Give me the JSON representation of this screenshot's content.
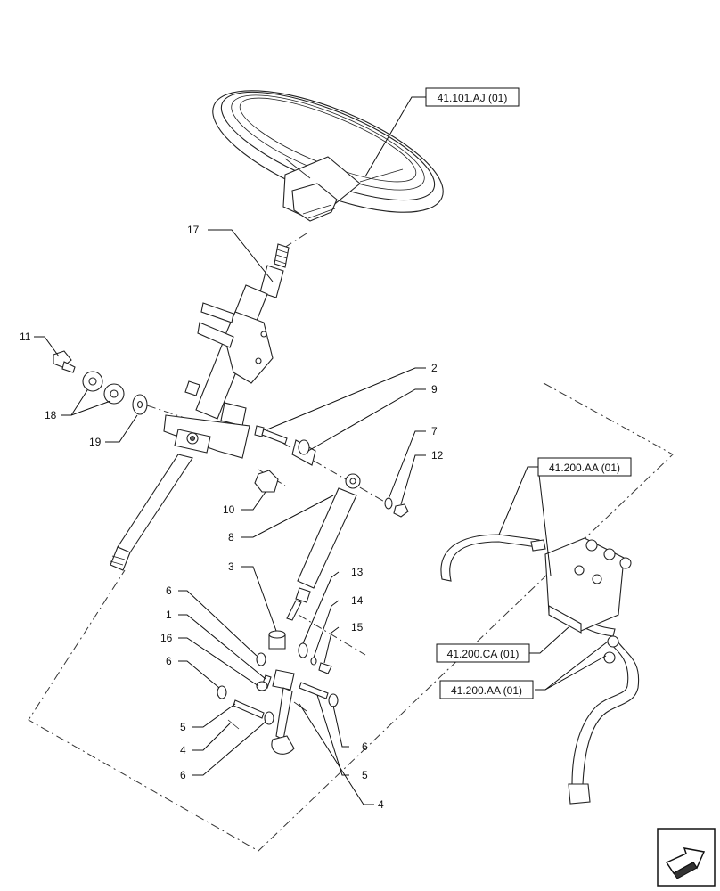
{
  "diagram": {
    "references": {
      "steering_wheel": "41.101.AJ (01)",
      "hoses_top": "41.200.AA (01)",
      "steering_unit": "41.200.CA (01)",
      "hoses_bottom": "41.200.AA (01)"
    },
    "callouts": {
      "c17": "17",
      "c11": "11",
      "c18": "18",
      "c19": "19",
      "c2": "2",
      "c9": "9",
      "c7": "7",
      "c12": "12",
      "c10": "10",
      "c8": "8",
      "c3": "3",
      "c13": "13",
      "c14": "14",
      "c15": "15",
      "c6a": "6",
      "c1": "1",
      "c16": "16",
      "c6b": "6",
      "c5a": "5",
      "c4a": "4",
      "c6c": "6",
      "c6d": "6",
      "c5b": "5",
      "c4b": "4"
    },
    "icons": {
      "navigation": "next-page-arrow-icon"
    }
  }
}
